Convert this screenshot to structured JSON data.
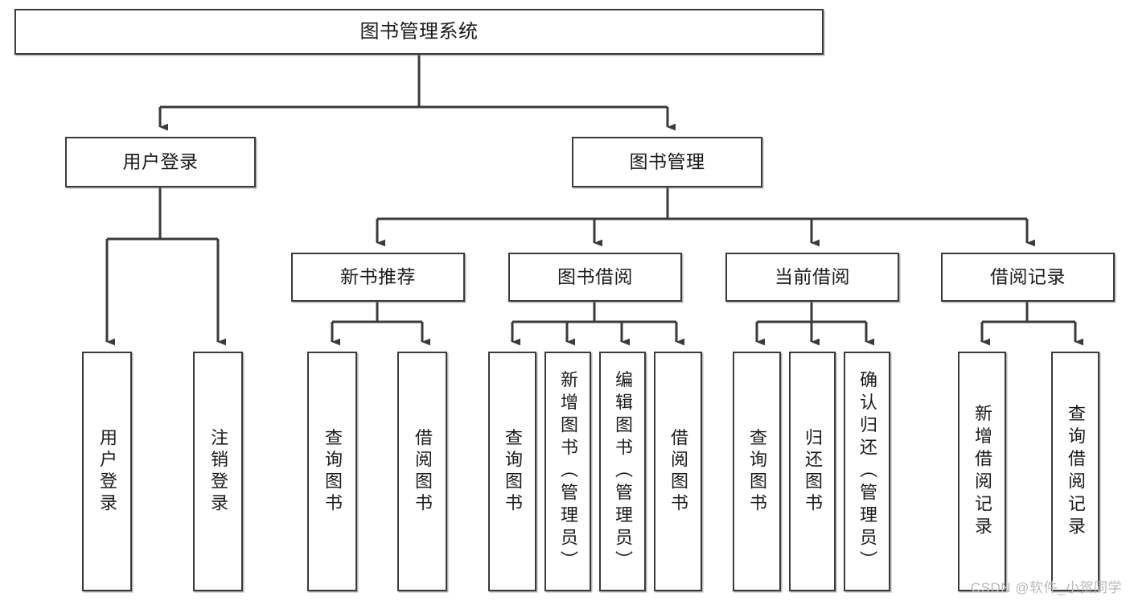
{
  "diagram": {
    "title": "图书管理系统",
    "type": "tree-hierarchy",
    "orientation": "top-down",
    "colors": {
      "box_border": "#3a3a3a",
      "box_fill": "#ffffff",
      "connector": "#3a3a3a",
      "text": "#1b1b1b",
      "watermark": "#b9b9b9",
      "background": "#ffffff"
    }
  },
  "watermark": {
    "text": "CSDN @软件_小贺同学"
  },
  "nodes": {
    "root": {
      "label": "图书管理系统"
    },
    "level2": [
      {
        "id": "user-login",
        "label": "用户登录"
      },
      {
        "id": "book-management",
        "label": "图书管理"
      }
    ],
    "level3": [
      {
        "id": "new-book-recommend",
        "label": "新书推荐"
      },
      {
        "id": "book-borrow",
        "label": "图书借阅"
      },
      {
        "id": "current-borrow",
        "label": "当前借阅"
      },
      {
        "id": "borrow-record",
        "label": "借阅记录"
      }
    ],
    "leaves": {
      "user_login": [
        {
          "id": "leaf-user-login",
          "label": "用户登录"
        },
        {
          "id": "leaf-logout-login",
          "label": "注销登录"
        }
      ],
      "new_book_recommend": [
        {
          "id": "leaf-query-book-1",
          "label": "查询图书"
        },
        {
          "id": "leaf-borrow-book-1",
          "label": "借阅图书"
        }
      ],
      "book_borrow": [
        {
          "id": "leaf-query-book-2",
          "label": "查询图书"
        },
        {
          "id": "leaf-add-book",
          "label": "新增图书（管理员）"
        },
        {
          "id": "leaf-edit-book",
          "label": "编辑图书（管理员）"
        },
        {
          "id": "leaf-borrow-book-2",
          "label": "借阅图书"
        }
      ],
      "current_borrow": [
        {
          "id": "leaf-query-book-3",
          "label": "查询图书"
        },
        {
          "id": "leaf-return-book",
          "label": "归还图书"
        },
        {
          "id": "leaf-confirm-return",
          "label": "确认归还（管理员）"
        }
      ],
      "borrow_record": [
        {
          "id": "leaf-add-record",
          "label": "新增借阅记录"
        },
        {
          "id": "leaf-query-record",
          "label": "查询借阅记录"
        }
      ]
    }
  }
}
